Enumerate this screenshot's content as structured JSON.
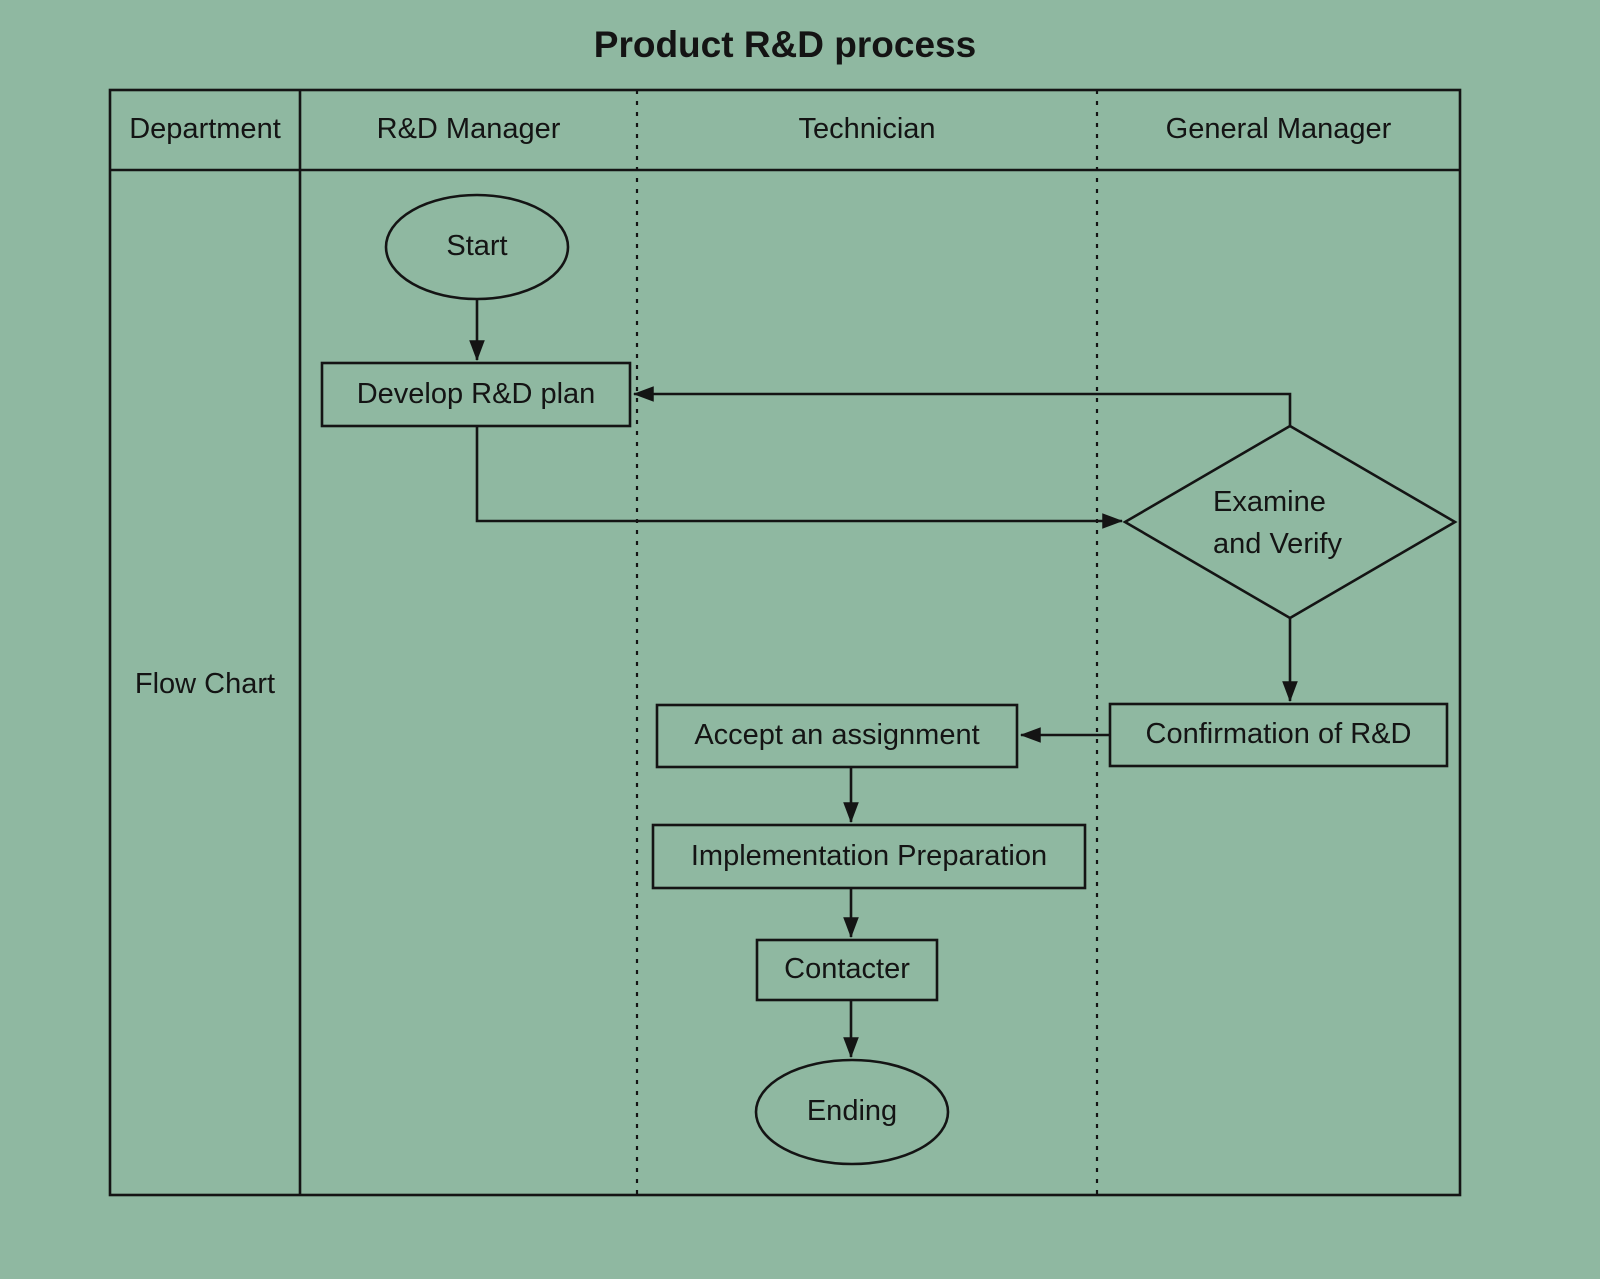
{
  "title": "Product R&D process",
  "colors": {
    "background": "#8FB8A1",
    "stroke": "#141414"
  },
  "header": {
    "department": "Department",
    "rd_manager": "R&D Manager",
    "technician": "Technician",
    "general_manager": "General Manager"
  },
  "row_label": "Flow Chart",
  "nodes": {
    "start": "Start",
    "develop_plan": "Develop R&D plan",
    "examine_line1": "Examine",
    "examine_line2": "and Verify",
    "confirmation": "Confirmation of R&D",
    "accept": "Accept an assignment",
    "implementation": "Implementation Preparation",
    "contacter": "Contacter",
    "ending": "Ending"
  }
}
